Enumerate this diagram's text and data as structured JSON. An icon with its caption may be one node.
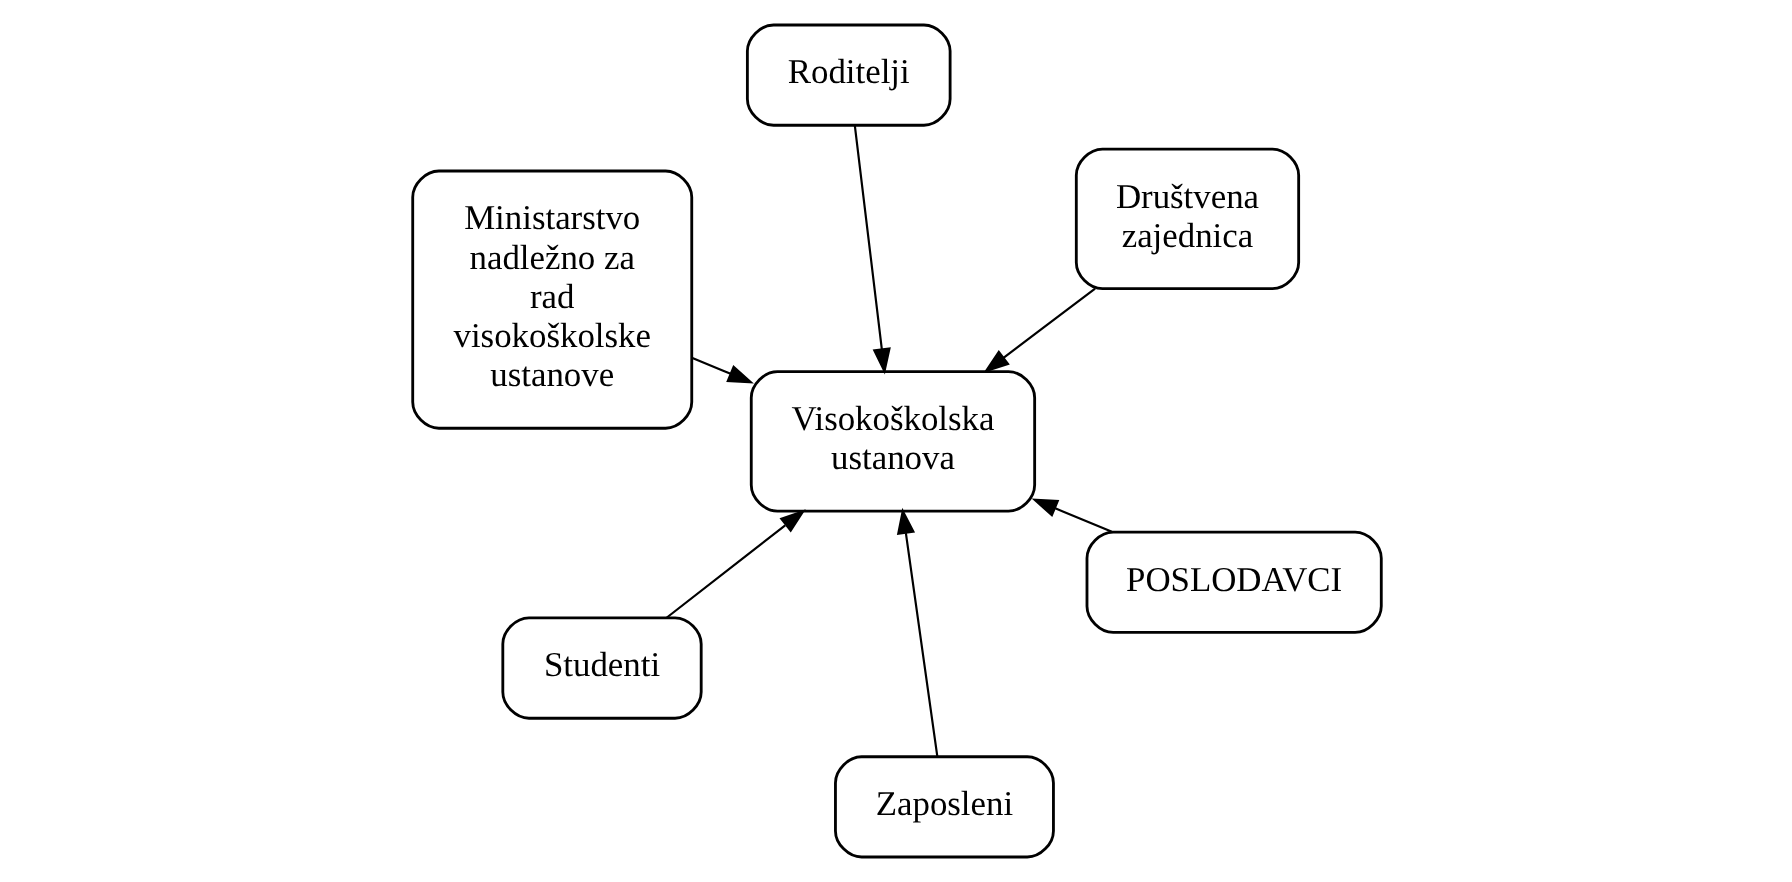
{
  "diagram": {
    "nodes": [
      {
        "text": [
          "Ministarstvo nadležno za rad visokoškolske ustanove"
        ]
      },
      {
        "text": [
          "POSLODAVCI"
        ]
      },
      {
        "text": [
          "Zaposleni"
        ]
      },
      {
        "text": [
          "Visokoškolska ustanova"
        ]
      },
      {
        "text": [
          "Društvena zajednica"
        ]
      },
      {
        "text": [
          "Roditelji"
        ]
      },
      {
        "text": [
          "Studenti"
        ]
      }
    ],
    "edges": [
      {
        "from": 0,
        "to": 3,
        "arrow": "to"
      },
      {
        "from": 1,
        "to": 3,
        "arrow": "to"
      },
      {
        "from": 2,
        "to": 3,
        "arrow": "to"
      },
      {
        "from": 4,
        "to": 3,
        "arrow": "to"
      },
      {
        "from": 5,
        "to": 3,
        "arrow": "to"
      },
      {
        "from": 6,
        "to": 3,
        "arrow": "to"
      }
    ]
  }
}
